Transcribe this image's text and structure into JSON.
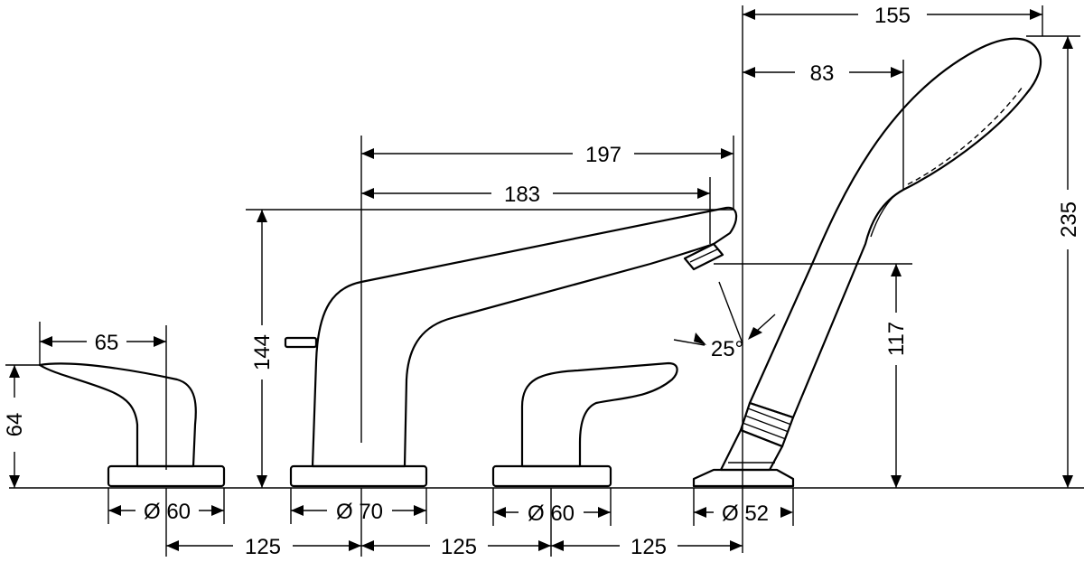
{
  "drawing": {
    "dimensions": {
      "handle_left_width": "65",
      "handle_left_height": "64",
      "spout_height": "144",
      "spout_reach_197": "197",
      "spout_reach_183": "183",
      "shower_width_155": "155",
      "shower_head_83": "83",
      "shower_height_235": "235",
      "shower_holder_117": "117",
      "angle_25": "25°",
      "base_left_dia": "Ø 60",
      "base_spout_dia": "Ø 70",
      "base_right_dia": "Ø 60",
      "base_shower_dia": "Ø 52",
      "spacing_1": "125",
      "spacing_2": "125",
      "spacing_3": "125"
    }
  }
}
